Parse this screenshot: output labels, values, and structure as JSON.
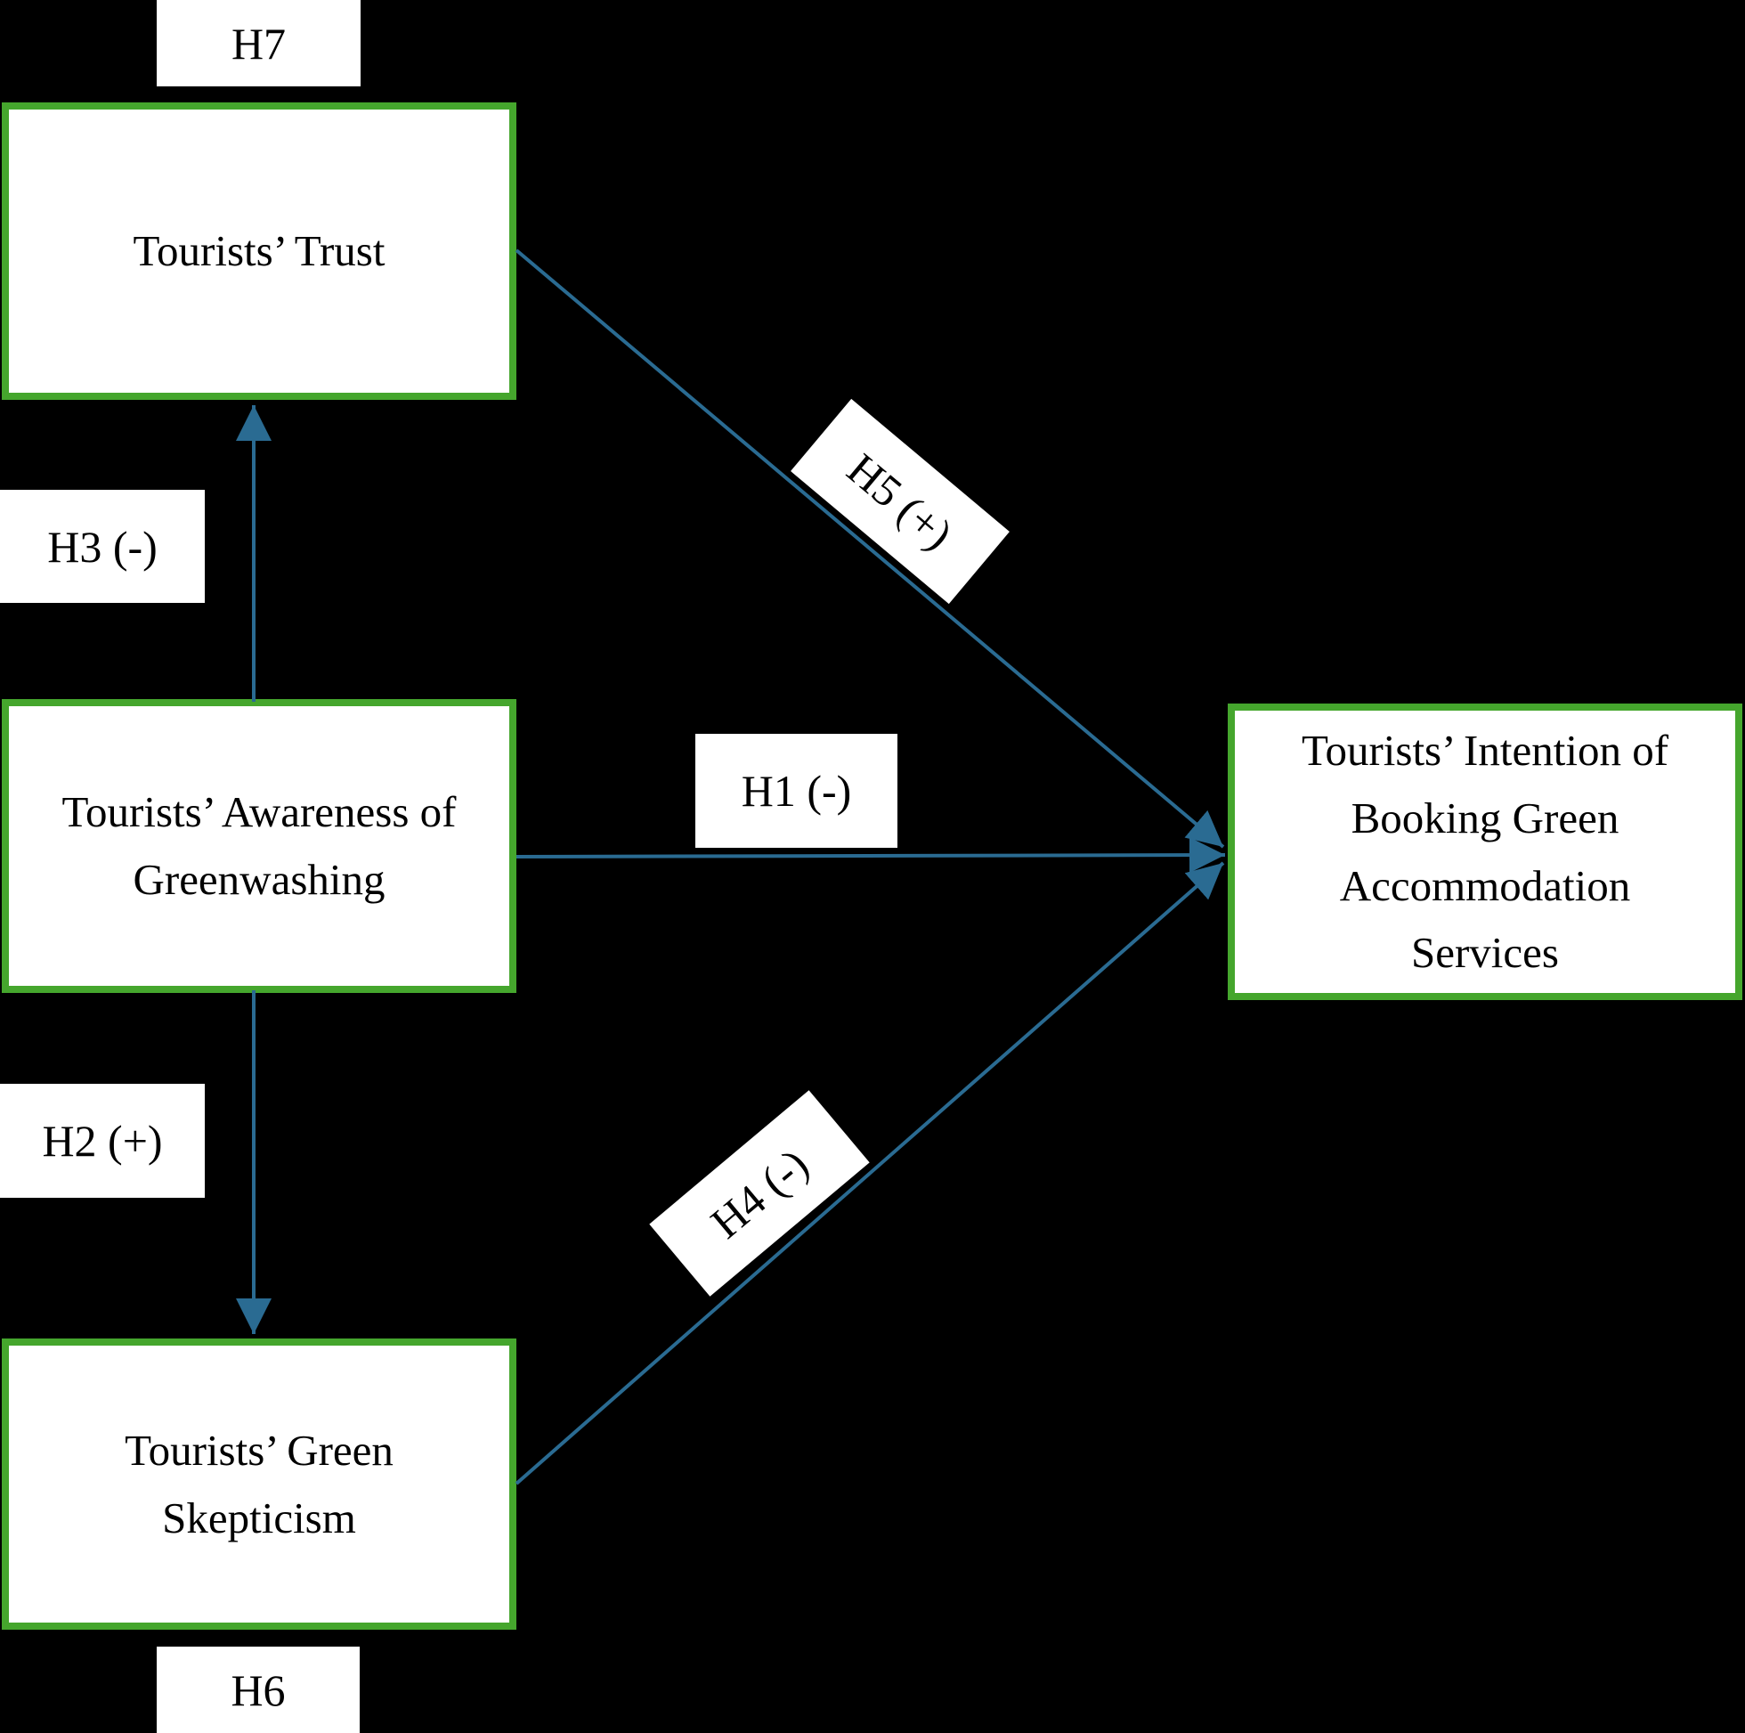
{
  "diagram": {
    "nodes": {
      "trust": {
        "label": "Tourists’ Trust"
      },
      "awareness": {
        "label": "Tourists’ Awareness of\nGreenwashing"
      },
      "skepticism": {
        "label": "Tourists’ Green\nSkepticism"
      },
      "intention": {
        "label": "Tourists’ Intention of\nBooking Green\nAccommodation\nServices"
      }
    },
    "hypotheses": {
      "h1": "H1 (-)",
      "h2": "H2 (+)",
      "h3": "H3 (-)",
      "h4": "H4 (-)",
      "h5": "H5 (+)",
      "h6": "H6",
      "h7": "H7"
    }
  },
  "colors": {
    "background": "#000000",
    "node-fill": "#ffffff",
    "node-border": "#45A62D",
    "arrow": "#2A6B92",
    "text": "#000000"
  }
}
